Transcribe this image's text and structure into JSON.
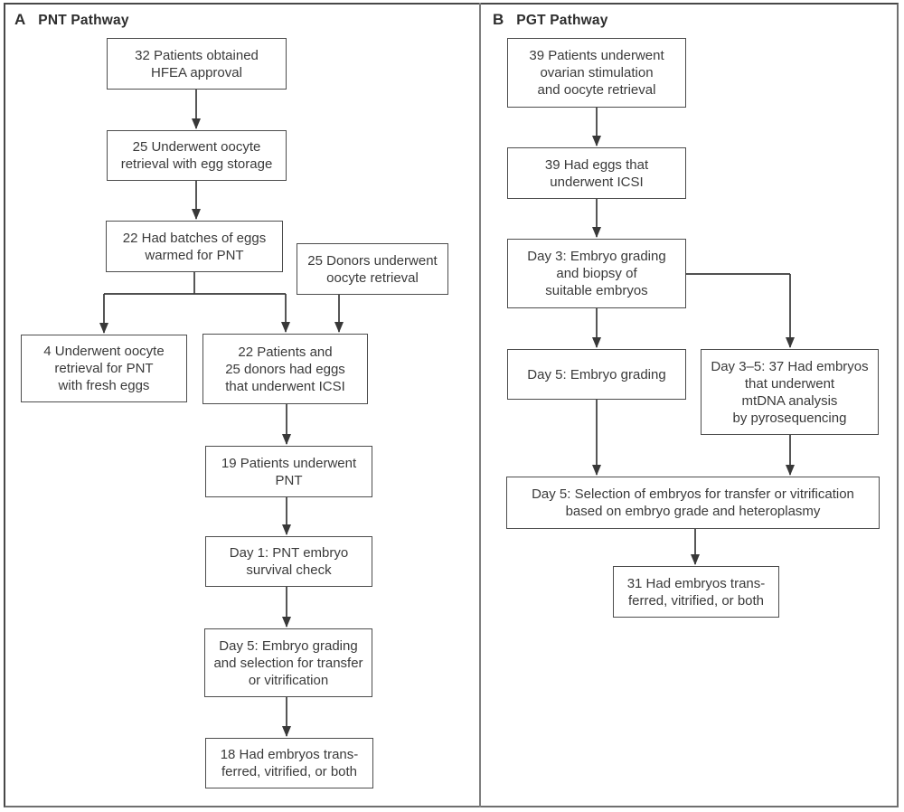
{
  "figure_type": "flow-diagram",
  "colors": {
    "box_border": "#4d4d4d",
    "arrow_line": "#383838",
    "text": "#3a3a3a",
    "frame_border": "#6f6f6f",
    "background": "#ffffff"
  },
  "panels": [
    {
      "label": "A",
      "title": "PNT Pathway",
      "boxes": [
        {
          "id": "a-hfea",
          "text": "32 Patients obtained\nHFEA approval"
        },
        {
          "id": "a-storage",
          "text": "25 Underwent oocyte\nretrieval with egg storage"
        },
        {
          "id": "a-warmed",
          "text": "22 Had batches of eggs\nwarmed for PNT"
        },
        {
          "id": "a-donors",
          "text": "25 Donors underwent\noocyte retrieval"
        },
        {
          "id": "a-fresh",
          "text": "4 Underwent oocyte\nretrieval for PNT\nwith fresh eggs"
        },
        {
          "id": "a-icsi",
          "text": "22 Patients and\n25 donors had eggs\nthat underwent ICSI"
        },
        {
          "id": "a-pnt",
          "text": "19 Patients underwent\nPNT"
        },
        {
          "id": "a-survival",
          "text": "Day 1: PNT embryo\nsurvival check"
        },
        {
          "id": "a-grading",
          "text": "Day 5: Embryo grading\nand selection for transfer\nor vitrification"
        },
        {
          "id": "a-transferred",
          "text": "18 Had embryos trans-\nferred, vitrified, or both"
        }
      ],
      "edges": [
        {
          "from": "a-hfea",
          "to": "a-storage"
        },
        {
          "from": "a-storage",
          "to": "a-warmed"
        },
        {
          "from": "a-warmed",
          "to": "a-fresh"
        },
        {
          "from": "a-warmed",
          "to": "a-icsi"
        },
        {
          "from": "a-donors",
          "to": "a-icsi"
        },
        {
          "from": "a-icsi",
          "to": "a-pnt"
        },
        {
          "from": "a-pnt",
          "to": "a-survival"
        },
        {
          "from": "a-survival",
          "to": "a-grading"
        },
        {
          "from": "a-grading",
          "to": "a-transferred"
        }
      ]
    },
    {
      "label": "B",
      "title": "PGT Pathway",
      "boxes": [
        {
          "id": "b-stimulation",
          "text": "39 Patients underwent\novarian stimulation\nand oocyte retrieval"
        },
        {
          "id": "b-icsi",
          "text": "39 Had eggs that\nunderwent ICSI"
        },
        {
          "id": "b-biopsy",
          "text": "Day 3: Embryo grading\nand biopsy of\nsuitable embryos"
        },
        {
          "id": "b-grading",
          "text": "Day 5: Embryo grading"
        },
        {
          "id": "b-mtdna",
          "text": "Day 3–5: 37 Had embryos\nthat underwent\nmtDNA analysis\nby pyrosequencing"
        },
        {
          "id": "b-selection",
          "text": "Day 5: Selection of embryos for transfer or vitrification\nbased on embryo grade and heteroplasmy"
        },
        {
          "id": "b-transferred",
          "text": "31 Had embryos trans-\nferred, vitrified, or both"
        }
      ],
      "edges": [
        {
          "from": "b-stimulation",
          "to": "b-icsi"
        },
        {
          "from": "b-icsi",
          "to": "b-biopsy"
        },
        {
          "from": "b-biopsy",
          "to": "b-grading"
        },
        {
          "from": "b-biopsy",
          "to": "b-mtdna"
        },
        {
          "from": "b-grading",
          "to": "b-selection"
        },
        {
          "from": "b-mtdna",
          "to": "b-selection"
        },
        {
          "from": "b-selection",
          "to": "b-transferred"
        }
      ]
    }
  ]
}
